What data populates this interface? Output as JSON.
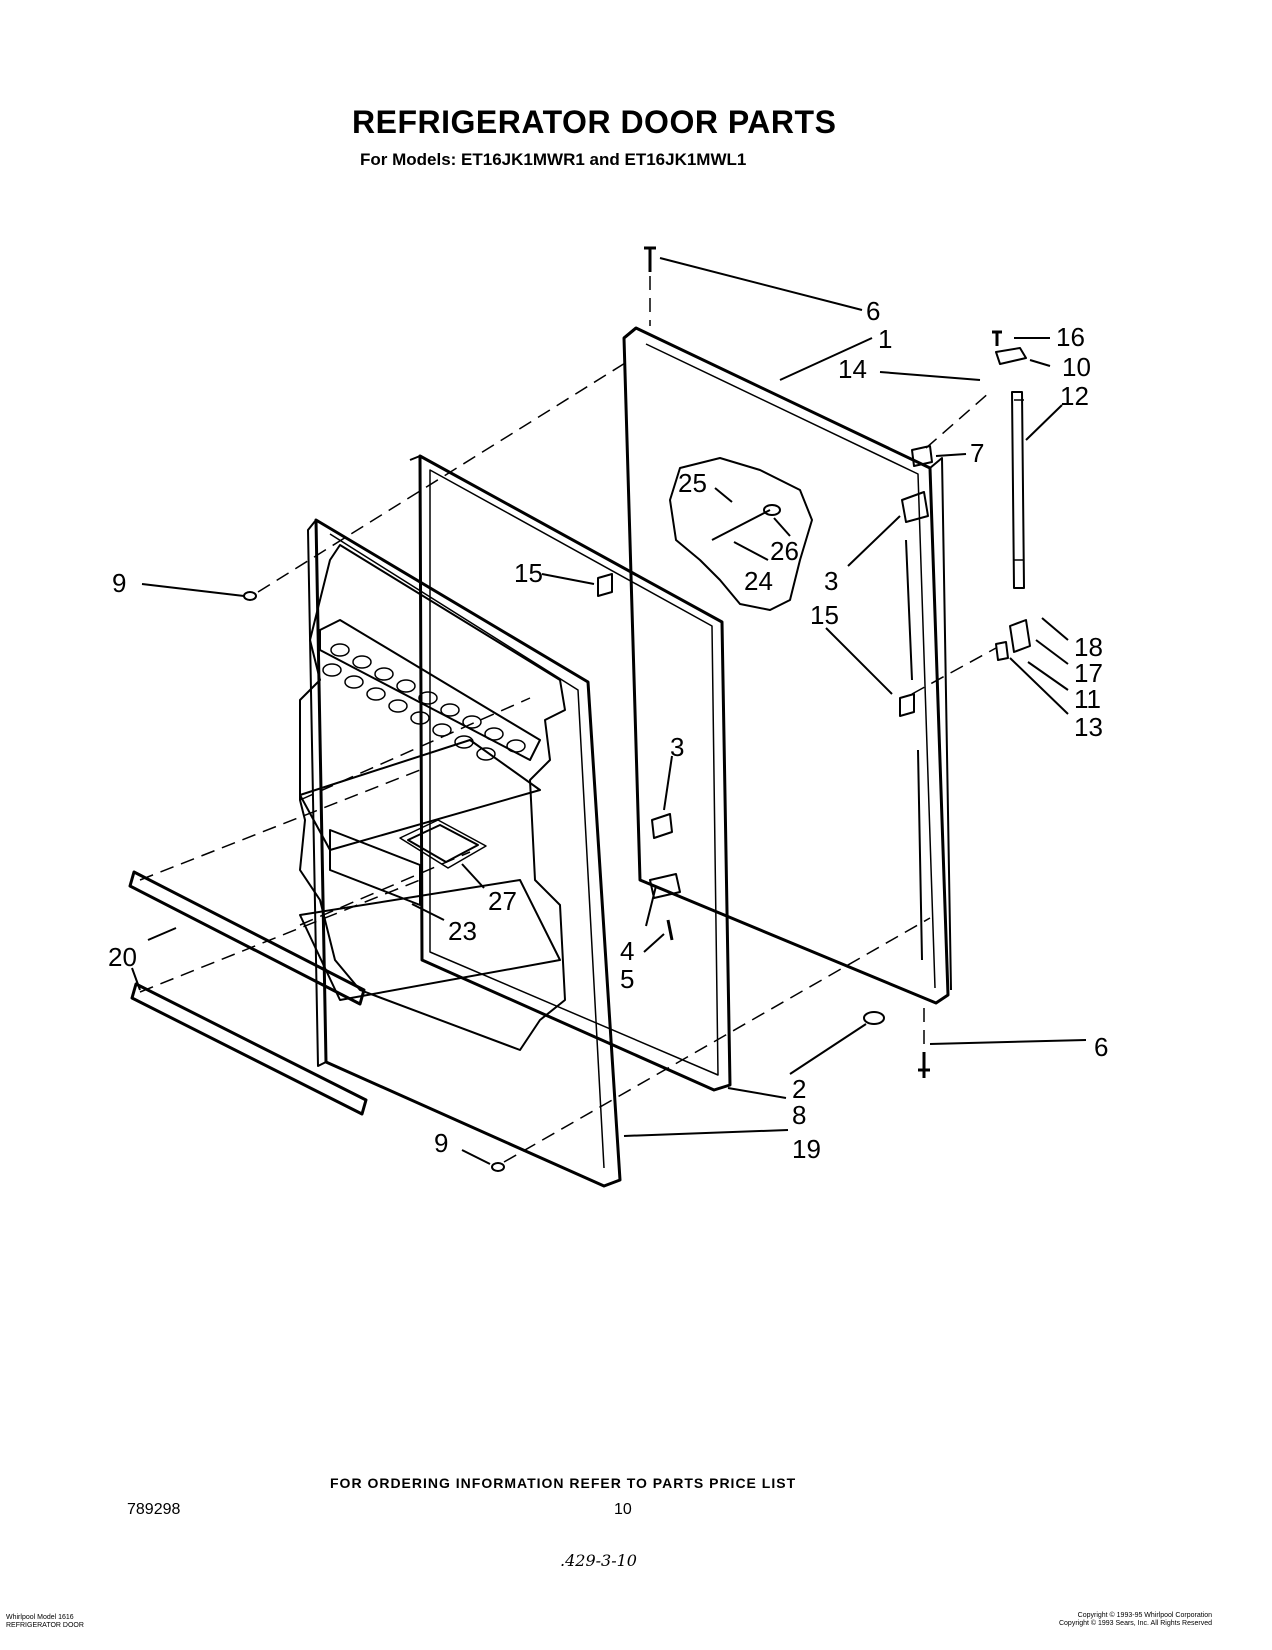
{
  "title": "REFRIGERATOR DOOR PARTS",
  "subtitle": "For Models: ET16JK1MWR1 and ET16JK1MWL1",
  "callouts": {
    "c6_top": "6",
    "c1": "1",
    "c16": "16",
    "c10": "10",
    "c14": "14",
    "c12": "12",
    "c7": "7",
    "c25": "25",
    "c26": "26",
    "c24": "24",
    "c9_left": "9",
    "c15_left": "15",
    "c3_upper": "3",
    "c15_right": "15",
    "c18": "18",
    "c17": "17",
    "c11": "11",
    "c13": "13",
    "c3_lower": "3",
    "c27": "27",
    "c23": "23",
    "c4": "4",
    "c5": "5",
    "c20": "20",
    "c6_bottom": "6",
    "c2": "2",
    "c8": "8",
    "c9_bottom": "9",
    "c19": "19"
  },
  "footer_note": "FOR ORDERING INFORMATION REFER TO PARTS PRICE LIST",
  "doc_number": "789298",
  "page_number": "10",
  "handwritten_code": ".429-3-10",
  "small_left_lines": [
    "Whirlpool Model 1616",
    "REFRIGERATOR DOOR"
  ],
  "small_right_lines": [
    "Copyright © 1993-95 Whirlpool Corporation",
    "Copyright © 1993 Sears, Inc. All Rights Reserved"
  ]
}
